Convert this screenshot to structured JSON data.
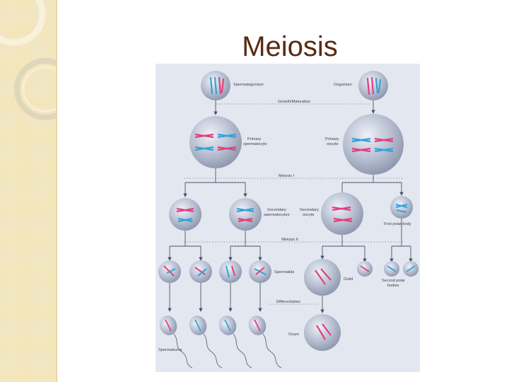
{
  "slide": {
    "title": "Meiosis"
  },
  "colors": {
    "cell": "#a9b2c6",
    "chromosome_pink": "#e2407d",
    "chromosome_blue": "#33a3d8",
    "arrow": "#4a5368",
    "title": "#5a2a12",
    "sidebar": "#f1e3b6"
  },
  "labels": {
    "spermatogonium": "Spermatogonium",
    "oogonium": "Oogonium",
    "growth": "Growth/Maturation",
    "primary_spermatocyte_1": "Primary",
    "primary_spermatocyte_2": "spermatocyte",
    "primary_oocyte_1": "Primary",
    "primary_oocyte_2": "oocyte",
    "meiosis_1": "Meiosis I",
    "secondary_spermatocytes_1": "Secondary",
    "secondary_spermatocytes_2": "spermatocytes",
    "secondary_oocyte_1": "Secondary",
    "secondary_oocyte_2": "oocyte",
    "first_polar_body": "First polar body",
    "meiosis_2": "Meiosis II",
    "spermatids": "Spermatids",
    "ootid": "Ootid",
    "second_polar_bodies_1": "Second polar",
    "second_polar_bodies_2": "bodies",
    "differentiation": "Differentiation",
    "ovum": "Ovum",
    "spermatozoa": "Spermatozoa"
  }
}
